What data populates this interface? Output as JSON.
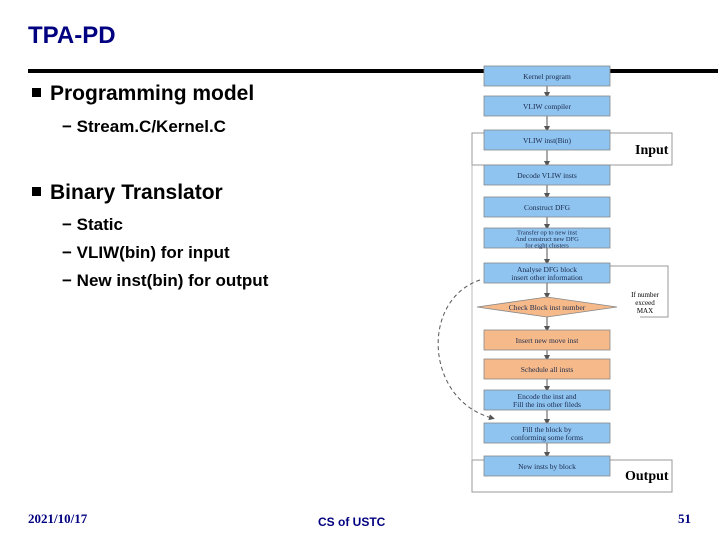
{
  "slide": {
    "title": "TPA-PD",
    "bullets": [
      {
        "text": "Programming model",
        "subs": [
          "Stream.C/Kernel.C"
        ]
      },
      {
        "text": "Binary Translator",
        "subs": [
          "Static",
          "VLIW(bin) for input",
          "New inst(bin) for output"
        ]
      }
    ],
    "dash": "−"
  },
  "flow": {
    "steps": [
      {
        "label": "Kernel program",
        "style": "blue"
      },
      {
        "label": "VLIW compiler",
        "style": "blue"
      },
      {
        "label": "VLIW inst(Bin)",
        "style": "blue"
      },
      {
        "label": "Decode VLIW insts",
        "style": "blue"
      },
      {
        "label": "Construct DFG",
        "style": "blue"
      },
      {
        "label": "Transfer op to new inst|And construct new DFG|for eight clusters",
        "style": "blue"
      },
      {
        "label": "Analyse DFG block|insert other information",
        "style": "blue"
      },
      {
        "label": "Check Block inst number",
        "style": "orange"
      },
      {
        "label": "Insert new move inst",
        "style": "orange"
      },
      {
        "label": "Schedule all insts",
        "style": "orange"
      },
      {
        "label": "Encode the inst and|Fill the ins other fileds",
        "style": "blue"
      },
      {
        "label": "Fill the block by|conforming some forms",
        "style": "blue"
      },
      {
        "label": "New insts by block",
        "style": "blue"
      }
    ],
    "input_label": "Input",
    "output_label": "Output",
    "side_note": "If number|exceed|MAX",
    "colors": {
      "blue": "#8fc3f0",
      "orange": "#f6b98a",
      "border": "#888888"
    }
  },
  "footer": {
    "date": "2021/10/17",
    "center": "CS of USTC",
    "page": "51"
  }
}
